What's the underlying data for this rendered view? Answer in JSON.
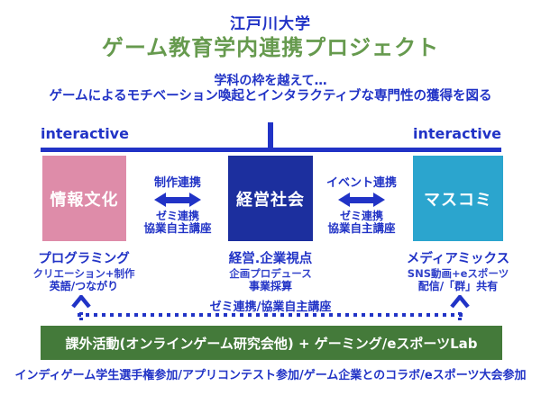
{
  "header": {
    "university": "江戸川大学",
    "title": "ゲーム教育学内連携プロジェクト",
    "subtitle_line1": "学科の枠を越えて…",
    "subtitle_line2": "ゲームによるモチベーション喚起とインタラクティブな専門性の獲得を図る"
  },
  "interactive_labels": {
    "left": "interactive",
    "right": "interactive"
  },
  "departments": [
    {
      "name": "情報文化",
      "box_color": "#de8ca9",
      "focus_title": "プログラミング",
      "focus_line1": "クリエーション+制作",
      "focus_line2": "英語/つながり"
    },
    {
      "name": "経営社会",
      "box_color": "#1c2f9e",
      "focus_title": "経営.企業視点",
      "focus_line1": "企画プロデュース",
      "focus_line2": "事業採算"
    },
    {
      "name": "マスコミ",
      "box_color": "#2ba5ce",
      "focus_title": "メディアミックス",
      "focus_line1": "SNS動画+eスポーツ",
      "focus_line2": "配信/「群」共有"
    }
  ],
  "connectors": [
    {
      "top": "制作連携",
      "mid": "ゼミ連携",
      "bottom": "協業自主講座"
    },
    {
      "top": "イベント連携",
      "mid": "ゼミ連携",
      "bottom": "協業自主講座"
    }
  ],
  "dotted_connector": {
    "label": "ゼミ連携/協業自主講座"
  },
  "banner": {
    "text": "課外活動(オンラインゲーム研究会他) + ゲーミング/eスポーツLab",
    "color": "#447a3a"
  },
  "footer": {
    "text": "インディゲーム学生選手権参加/アプリコンテスト参加/ゲーム企業とのコラボ/eスポーツ大会参加"
  },
  "colors": {
    "text_blue": "#2133c6",
    "title_green": "#669a4e",
    "pink_box": "#de8ca9",
    "navy_box": "#1c2f9e",
    "cyan_box": "#2ba5ce",
    "banner_green": "#447a3a"
  }
}
